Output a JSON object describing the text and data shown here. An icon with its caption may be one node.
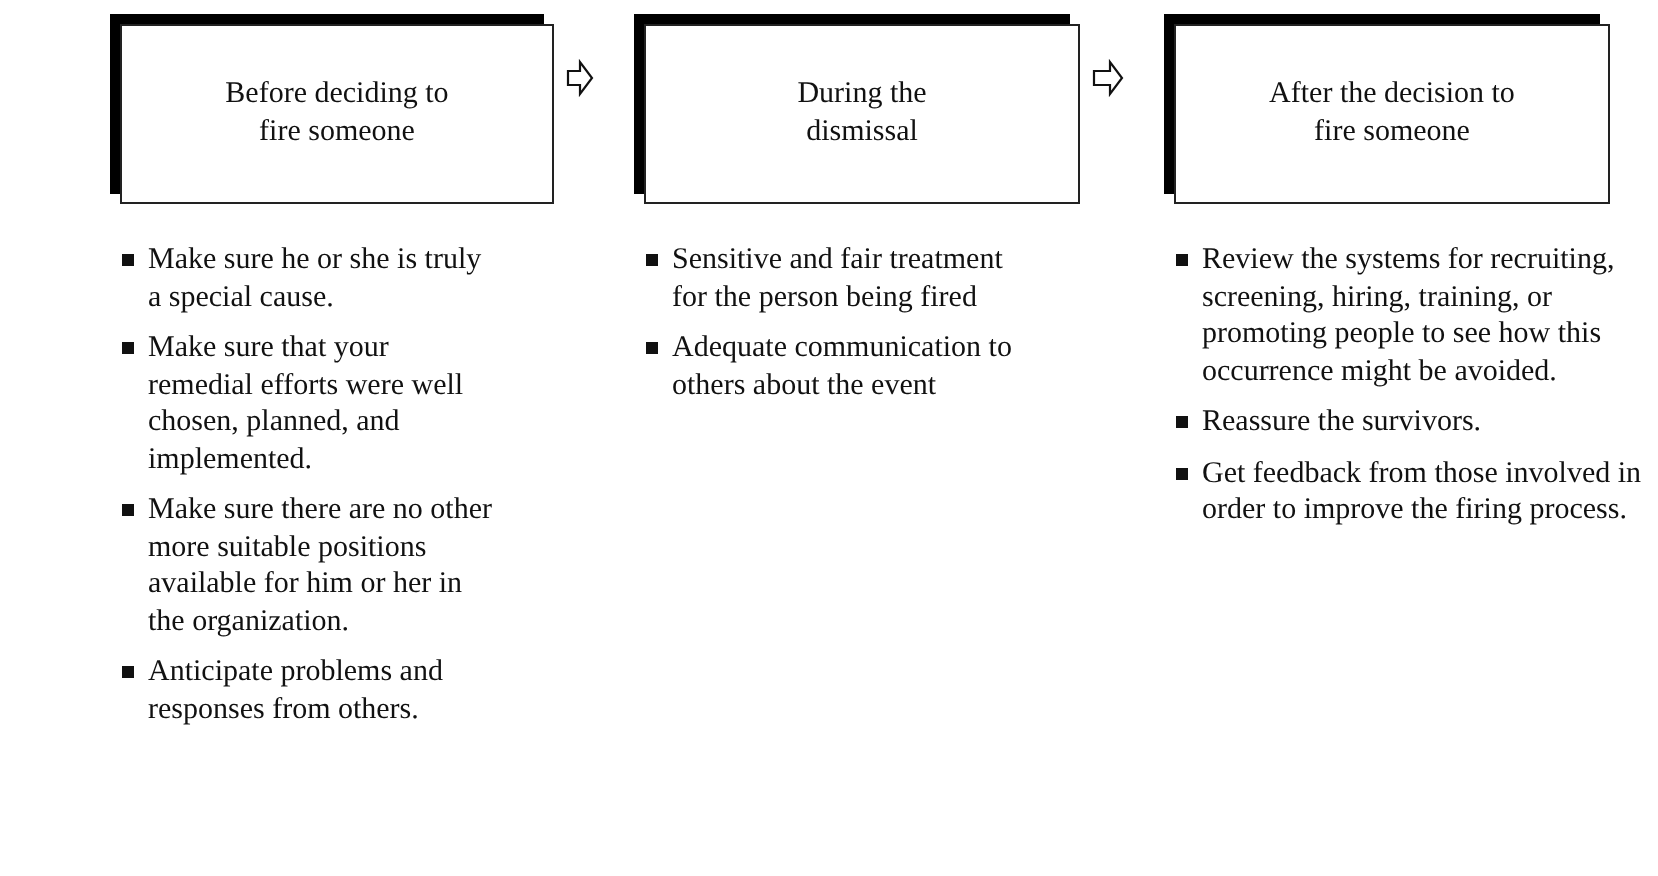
{
  "diagram": {
    "nodes": [
      {
        "text": [
          "Before deciding to fire someone"
        ],
        "beside": [
          "Make sure he or she is truly a special cause.",
          "Make sure that your remedial efforts were well chosen, planned, and implemented.",
          "Make sure there are no other more suitable positions available for him or her in the organization.",
          "Anticipate problems and responses from others."
        ]
      },
      {
        "text": [
          "During the dismissal"
        ],
        "beside": [
          "Sensitive and fair treatment for the person being fired",
          "Adequate communication to others about the event"
        ]
      },
      {
        "text": [
          "After the decision to fire someone"
        ],
        "beside": [
          "Review the systems for recruiting, screening, hiring, training, or promoting people to see how this occurrence might be avoided.",
          "Reassure the survivors.",
          "Get feedback from those involved in order to improve the firing process."
        ]
      }
    ],
    "edges": [
      {
        "from": 0,
        "to": 1,
        "arrow": "to"
      },
      {
        "from": 1,
        "to": 2,
        "arrow": "to"
      }
    ]
  }
}
